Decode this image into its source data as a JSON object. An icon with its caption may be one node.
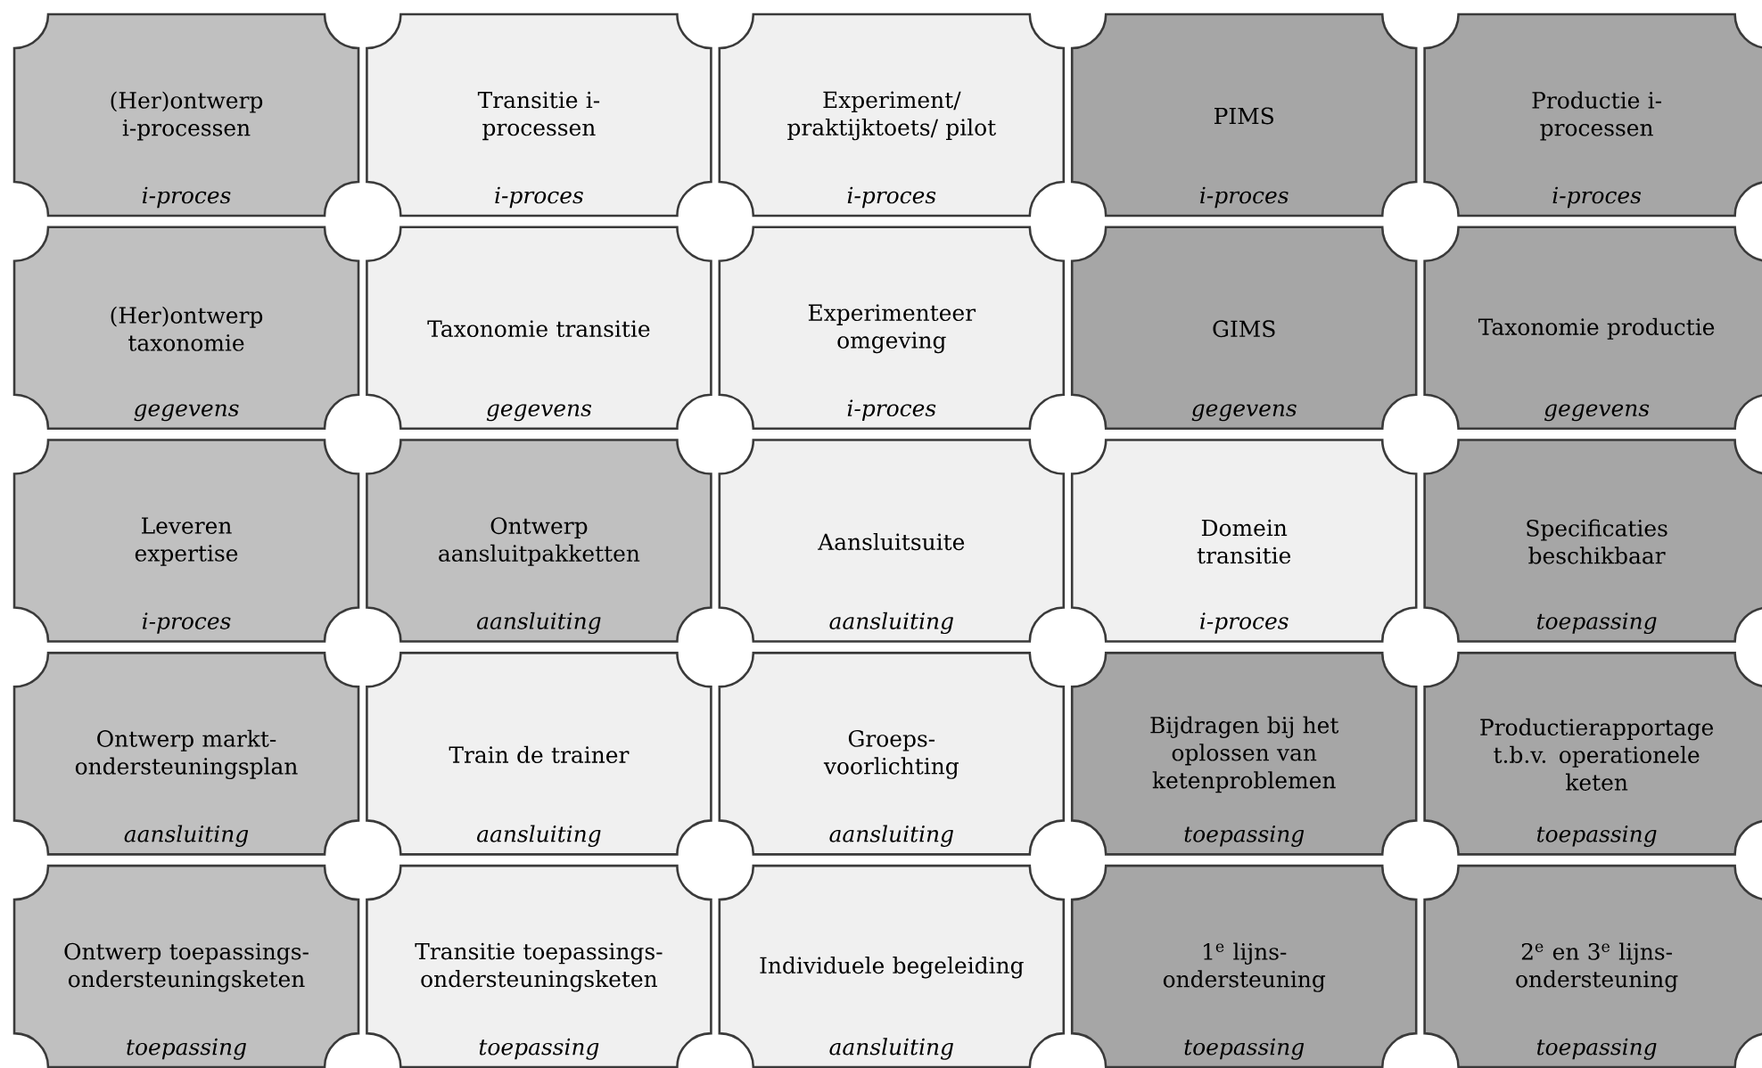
{
  "diagram": {
    "nodes": [
      {
        "text": [
          "(Her)ontwerp i-processen",
          "i-proces"
        ]
      },
      {
        "text": [
          "Transitie i-processen",
          "i-proces"
        ]
      },
      {
        "text": [
          "Experiment/ praktijktoets/ pilot",
          "i-proces"
        ]
      },
      {
        "text": [
          "PIMS",
          "i-proces"
        ]
      },
      {
        "text": [
          "Productie i-processen",
          "i-proces"
        ]
      },
      {
        "text": [
          "(Her)ontwerp taxonomie",
          "gegevens"
        ]
      },
      {
        "text": [
          "Taxonomie transitie",
          "gegevens"
        ]
      },
      {
        "text": [
          "Experimenteer omgeving",
          "i-proces"
        ]
      },
      {
        "text": [
          "GIMS",
          "gegevens"
        ]
      },
      {
        "text": [
          "Taxonomie productie",
          "gegevens"
        ]
      },
      {
        "text": [
          "Leveren expertise",
          "i-proces"
        ]
      },
      {
        "text": [
          "Ontwerp aansluitpakketten",
          "aansluiting"
        ]
      },
      {
        "text": [
          "Aansluitsuite",
          "aansluiting"
        ]
      },
      {
        "text": [
          "Domein transitie",
          "i-proces"
        ]
      },
      {
        "text": [
          "Specificaties beschikbaar",
          "toepassing"
        ]
      },
      {
        "text": [
          "Ontwerp markt-ondersteuningsplan",
          "aansluiting"
        ]
      },
      {
        "text": [
          "Train de trainer",
          "aansluiting"
        ]
      },
      {
        "text": [
          "Groeps-voorlichting",
          "aansluiting"
        ]
      },
      {
        "text": [
          "Bijdragen bij het oplossen van ketenproblemen",
          "toepassing"
        ]
      },
      {
        "text": [
          "Productierapportage t.b.v. operationele keten",
          "toepassing"
        ]
      },
      {
        "text": [
          "Ontwerp toepassings-ondersteuningsketen",
          "toepassing"
        ]
      },
      {
        "text": [
          "Transitie toepassings-ondersteuningsketen",
          "toepassing"
        ]
      },
      {
        "text": [
          "Individuele begeleiding",
          "aansluiting"
        ]
      },
      {
        "text": [
          "1$^{e}$ lijns-ondersteuning",
          "toepassing"
        ]
      },
      {
        "text": [
          "2$^{e}$ en 3$^{e}$ lijns-ondersteuning",
          "toepassing"
        ]
      }
    ]
  }
}
